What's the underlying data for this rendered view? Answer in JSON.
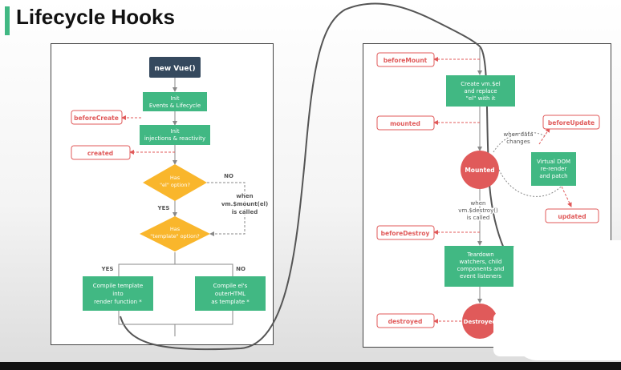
{
  "header": {
    "title": "Lifecycle Hooks",
    "accent_color": "#41b883"
  },
  "colors": {
    "green": "#41b883",
    "dark": "#35495e",
    "red": "#e05a5a",
    "yellow": "#f9b62c"
  },
  "left": {
    "new_vue": "new Vue()",
    "init_events": [
      "Init",
      "Events & Lifecycle"
    ],
    "init_injections": [
      "Init",
      "injections & reactivity"
    ],
    "before_create": "beforeCreate",
    "created": "created",
    "has_el": [
      "Has",
      "\"el\" option?"
    ],
    "no_label_1": "NO",
    "when_mount": [
      "when",
      "vm.$mount(el)",
      "is called"
    ],
    "yes_label_1": "YES",
    "has_template": [
      "Has",
      "\"template\" option?"
    ],
    "yes_label_2": "YES",
    "no_label_2": "NO",
    "compile_template": [
      "Compile template",
      "into",
      "render function *"
    ],
    "compile_el": [
      "Compile el's",
      "outerHTML",
      "as template *"
    ]
  },
  "right": {
    "before_mount": "beforeMount",
    "create_el": [
      "Create vm.$el",
      "and replace",
      "\"el\" with it"
    ],
    "mounted_hook": "mounted",
    "mounted_state": "Mounted",
    "when_data": [
      "when data",
      "changes"
    ],
    "before_update": "beforeUpdate",
    "virtual_dom": [
      "Virtual DOM",
      "re-render",
      "and patch"
    ],
    "updated": "updated",
    "when_destroy": [
      "when",
      "vm.$destroy()",
      "is called"
    ],
    "before_destroy": "beforeDestroy",
    "teardown": [
      "Teardown",
      "watchers, child",
      "components and",
      "event listeners"
    ],
    "destroyed_hook": "destroyed",
    "destroyed_state": "Destroyed"
  }
}
